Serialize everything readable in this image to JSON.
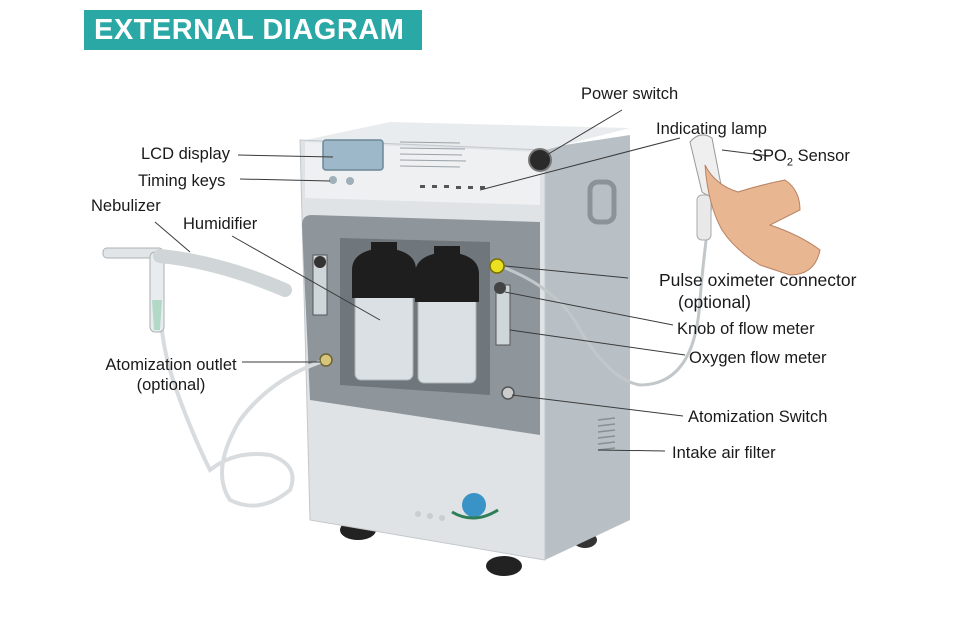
{
  "title": "EXTERNAL DIAGRAM",
  "labels": {
    "power_switch": "Power switch",
    "indicating_lamp": "Indicating lamp",
    "spo2_main": "SPO",
    "spo2_sub": "2",
    "spo2_rest": " Sensor",
    "lcd_display": "LCD display",
    "timing_keys": "Timing keys",
    "nebulizer": "Nebulizer",
    "humidifier": "Humidifier",
    "pulse_oximeter_line1": "Pulse oximeter  connector",
    "pulse_oximeter_line2": "(optional)",
    "knob_flow_meter": "Knob of flow meter",
    "oxygen_flow_meter": "Oxygen flow meter",
    "atomization_outlet_line1": "Atomization outlet",
    "atomization_outlet_line2": "(optional)",
    "atomization_switch": "Atomization Switch",
    "intake_air_filter": "Intake air filter"
  },
  "colors": {
    "banner": "#2aa8a6",
    "body": "#dfe3e6",
    "panel": "#8e969c",
    "bottle_cap": "#1e1e1e",
    "connector": "#e8e020"
  }
}
